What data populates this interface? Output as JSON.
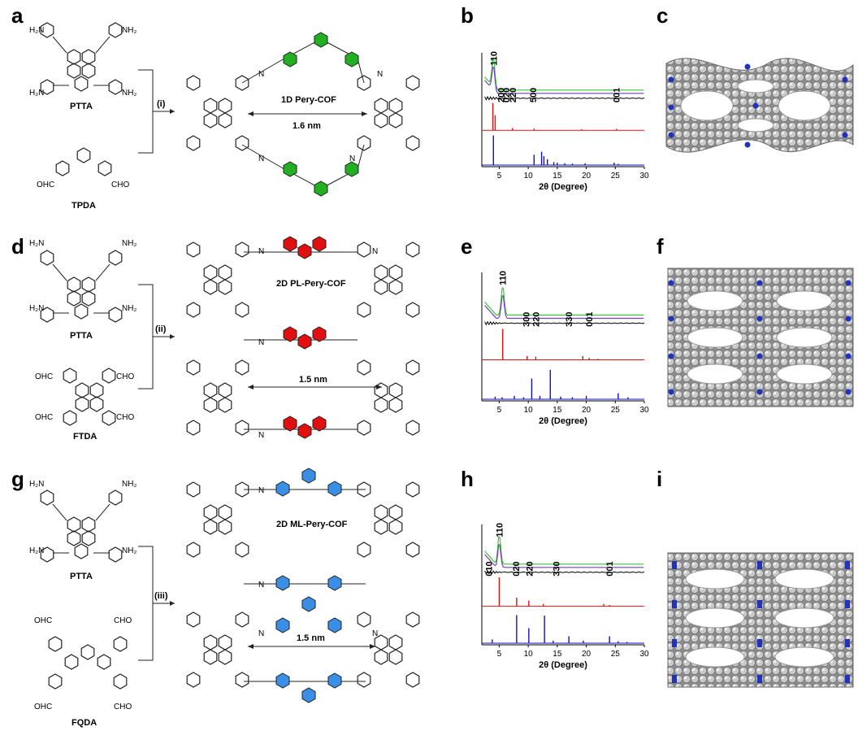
{
  "panel_labels": [
    "a",
    "b",
    "c",
    "d",
    "e",
    "f",
    "g",
    "h",
    "i"
  ],
  "rows": [
    {
      "amine_label": "PTTA",
      "amine_groups": [
        "H₂N",
        "NH₂",
        "H₂N",
        "NH₂"
      ],
      "aldehyde_label": "TPDA",
      "aldehyde_groups": [
        "OHC",
        "CHO"
      ],
      "step": "(i)",
      "cof_name": "1D Pery-COF",
      "pore": "1.6 nm",
      "ring_color": "#22b022",
      "imine_atom": "N"
    },
    {
      "amine_label": "PTTA",
      "amine_groups": [
        "H₂N",
        "NH₂",
        "H₂N",
        "NH₂"
      ],
      "aldehyde_label": "FTDA",
      "aldehyde_groups": [
        "OHC",
        "CHO",
        "OHC",
        "CHO"
      ],
      "step": "(ii)",
      "cof_name": "2D PL-Pery-COF",
      "pore": "1.5 nm",
      "ring_color": "#e01010",
      "imine_atom": "N"
    },
    {
      "amine_label": "PTTA",
      "amine_groups": [
        "H₂N",
        "NH₂",
        "H₂N",
        "NH₂"
      ],
      "aldehyde_label": "FQDA",
      "aldehyde_groups": [
        "OHC",
        "CHO",
        "OHC",
        "CHO"
      ],
      "step": "(iii)",
      "cof_name": "2D ML-Pery-COF",
      "pore": "1.5 nm",
      "ring_color": "#3a8ee6",
      "imine_atom": "N"
    }
  ],
  "chart_data": [
    {
      "type": "line",
      "panel": "b",
      "xlabel": "2θ (Degree)",
      "xlim": [
        2,
        30
      ],
      "xticks": [
        5,
        10,
        15,
        20,
        25,
        30
      ],
      "peak_labels": [
        {
          "text": "110",
          "x": 4.0
        },
        {
          "text": "200",
          "x": 5.3
        },
        {
          "text": "020",
          "x": 6.2
        },
        {
          "text": "220",
          "x": 7.3
        },
        {
          "text": "500",
          "x": 10.8
        },
        {
          "text": "001",
          "x": 25.2
        }
      ],
      "colors": [
        "#33cc33",
        "#7b3fb8",
        "#000000",
        "#e01010",
        "#1010c0"
      ],
      "sticks_red": [
        [
          3.9,
          1.0
        ],
        [
          4.3,
          0.55
        ],
        [
          7.3,
          0.08
        ],
        [
          11.0,
          0.06
        ],
        [
          19.2,
          0.04
        ],
        [
          25.2,
          0.05
        ]
      ],
      "sticks_blue": [
        [
          4.0,
          1.0
        ],
        [
          11.0,
          0.35
        ],
        [
          12.3,
          0.45
        ],
        [
          12.7,
          0.3
        ],
        [
          13.3,
          0.2
        ],
        [
          14.4,
          0.1
        ],
        [
          15.0,
          0.08
        ],
        [
          16.3,
          0.06
        ],
        [
          17.6,
          0.05
        ],
        [
          19.8,
          0.06
        ],
        [
          24.8,
          0.08
        ],
        [
          25.5,
          0.04
        ]
      ]
    },
    {
      "type": "line",
      "panel": "e",
      "xlabel": "2θ (Degree)",
      "xlim": [
        2,
        30
      ],
      "xticks": [
        5,
        10,
        15,
        20,
        25,
        30
      ],
      "peak_labels": [
        {
          "text": "110",
          "x": 5.6
        },
        {
          "text": "300",
          "x": 9.6
        },
        {
          "text": "220",
          "x": 11.3
        },
        {
          "text": "330",
          "x": 17.0
        },
        {
          "text": "001",
          "x": 20.5
        }
      ],
      "colors": [
        "#33cc33",
        "#7b3fb8",
        "#000000",
        "#e01010",
        "#1010c0"
      ],
      "sticks_red": [
        [
          5.6,
          1.0
        ],
        [
          9.8,
          0.12
        ],
        [
          11.3,
          0.1
        ],
        [
          19.4,
          0.12
        ],
        [
          20.5,
          0.06
        ],
        [
          22.0,
          0.03
        ]
      ],
      "sticks_blue": [
        [
          4.3,
          0.08
        ],
        [
          5.5,
          0.06
        ],
        [
          7.6,
          0.1
        ],
        [
          9.2,
          0.06
        ],
        [
          10.6,
          0.62
        ],
        [
          12.0,
          0.1
        ],
        [
          13.8,
          0.88
        ],
        [
          15.6,
          0.08
        ],
        [
          17.6,
          0.06
        ],
        [
          20.0,
          0.1
        ],
        [
          25.5,
          0.18
        ],
        [
          27.2,
          0.06
        ]
      ]
    },
    {
      "type": "line",
      "panel": "h",
      "xlabel": "2θ (Degree)",
      "xlim": [
        2,
        30
      ],
      "xticks": [
        5,
        10,
        15,
        20,
        25,
        30
      ],
      "peak_labels": [
        {
          "text": "010",
          "x": 3.2
        },
        {
          "text": "110",
          "x": 5.0
        },
        {
          "text": "020",
          "x": 7.9
        },
        {
          "text": "220",
          "x": 10.2
        },
        {
          "text": "330",
          "x": 14.8
        },
        {
          "text": "001",
          "x": 24.0
        }
      ],
      "colors": [
        "#33cc33",
        "#7b3fb8",
        "#000000",
        "#e01010",
        "#1010c0"
      ],
      "sticks_red": [
        [
          5.0,
          1.0
        ],
        [
          8.0,
          0.3
        ],
        [
          10.1,
          0.2
        ],
        [
          12.6,
          0.08
        ],
        [
          23.0,
          0.08
        ],
        [
          24.0,
          0.05
        ]
      ],
      "sticks_blue": [
        [
          3.8,
          0.12
        ],
        [
          8.0,
          0.9
        ],
        [
          10.1,
          0.48
        ],
        [
          12.8,
          0.88
        ],
        [
          14.3,
          0.08
        ],
        [
          17.0,
          0.22
        ],
        [
          19.5,
          0.08
        ],
        [
          24.0,
          0.22
        ],
        [
          25.5,
          0.06
        ],
        [
          27.0,
          0.04
        ]
      ]
    }
  ]
}
